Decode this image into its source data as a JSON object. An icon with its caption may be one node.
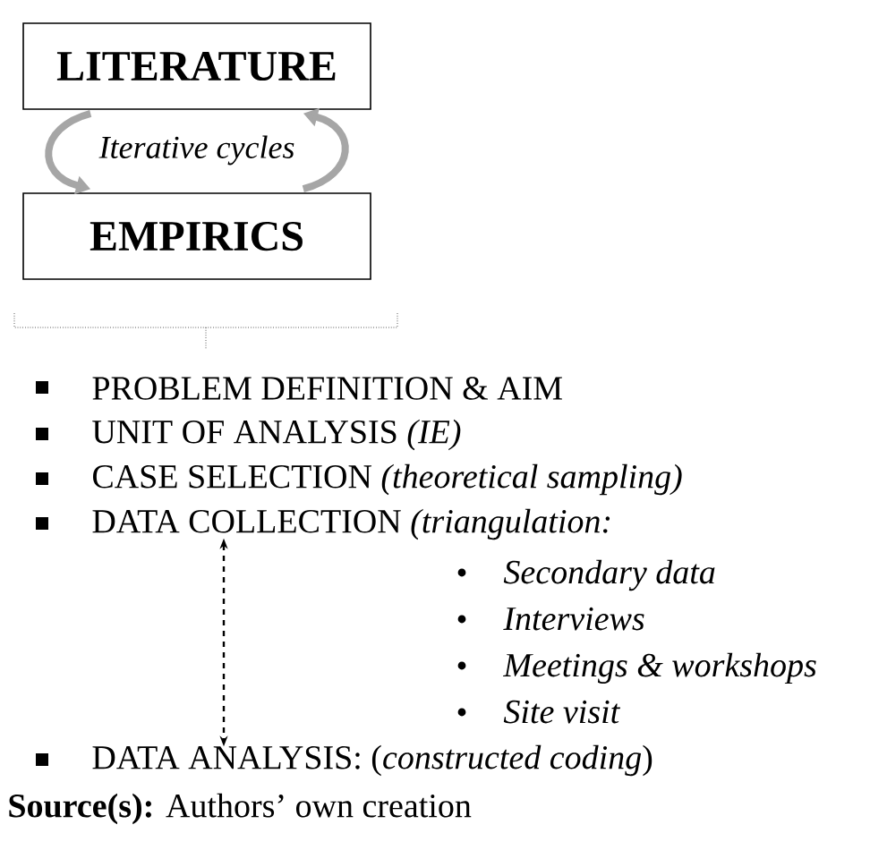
{
  "diagram": {
    "caption": "**Source(s):** Authors’ own creation",
    "nodes": [
      {
        "text": [
          "LITERATURE"
        ]
      },
      {
        "text": [
          "EMPIRICS"
        ]
      },
      {
        "text": [
          "DATA COLLECTION *(triangulation:*"
        ]
      },
      {
        "text": [
          "DATA ANALYSIS: (*constructed coding*)"
        ]
      }
    ],
    "edges": [
      {
        "from": 0,
        "to": 1,
        "arrow": "to"
      },
      {
        "from": 1,
        "to": 0,
        "arrow": "to"
      },
      {
        "from": 2,
        "to": 3,
        "arrow": "both",
        "style": "dashed",
        "color": "#000000"
      }
    ],
    "labels": [
      "Iterative cycles",
      "PROBLEM DEFINITION & AIM",
      "UNIT OF ANALYSIS *(IE)*",
      "CASE SELECTION *(theoretical sampling)*",
      "Secondary data",
      "Interviews",
      "Meetings & workshops",
      "Site visit"
    ]
  }
}
